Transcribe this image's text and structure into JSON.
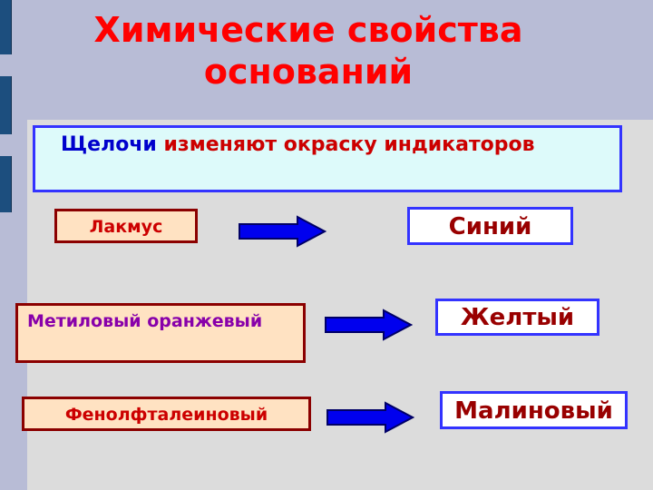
{
  "slide": {
    "title_line1": "Химические свойства",
    "title_line2": "оснований",
    "headline_word1": "Щелочи",
    "headline_rest": "изменяют окраску индикаторов",
    "rows": [
      {
        "indicator": "Лакмус",
        "result": "Синий"
      },
      {
        "indicator": "Метиловый оранжевый",
        "result": "Желтый"
      },
      {
        "indicator": "Фенолфталеиновый",
        "result": "Малиновый"
      }
    ]
  },
  "colors": {
    "title": "#ff0000",
    "headline_blue": "#0000cc",
    "headline_red": "#cc0000",
    "indicator_text": "#cc0000",
    "indicator_purple": "#8800aa",
    "result_text": "#990000",
    "arrow_fill": "#0000ee"
  }
}
